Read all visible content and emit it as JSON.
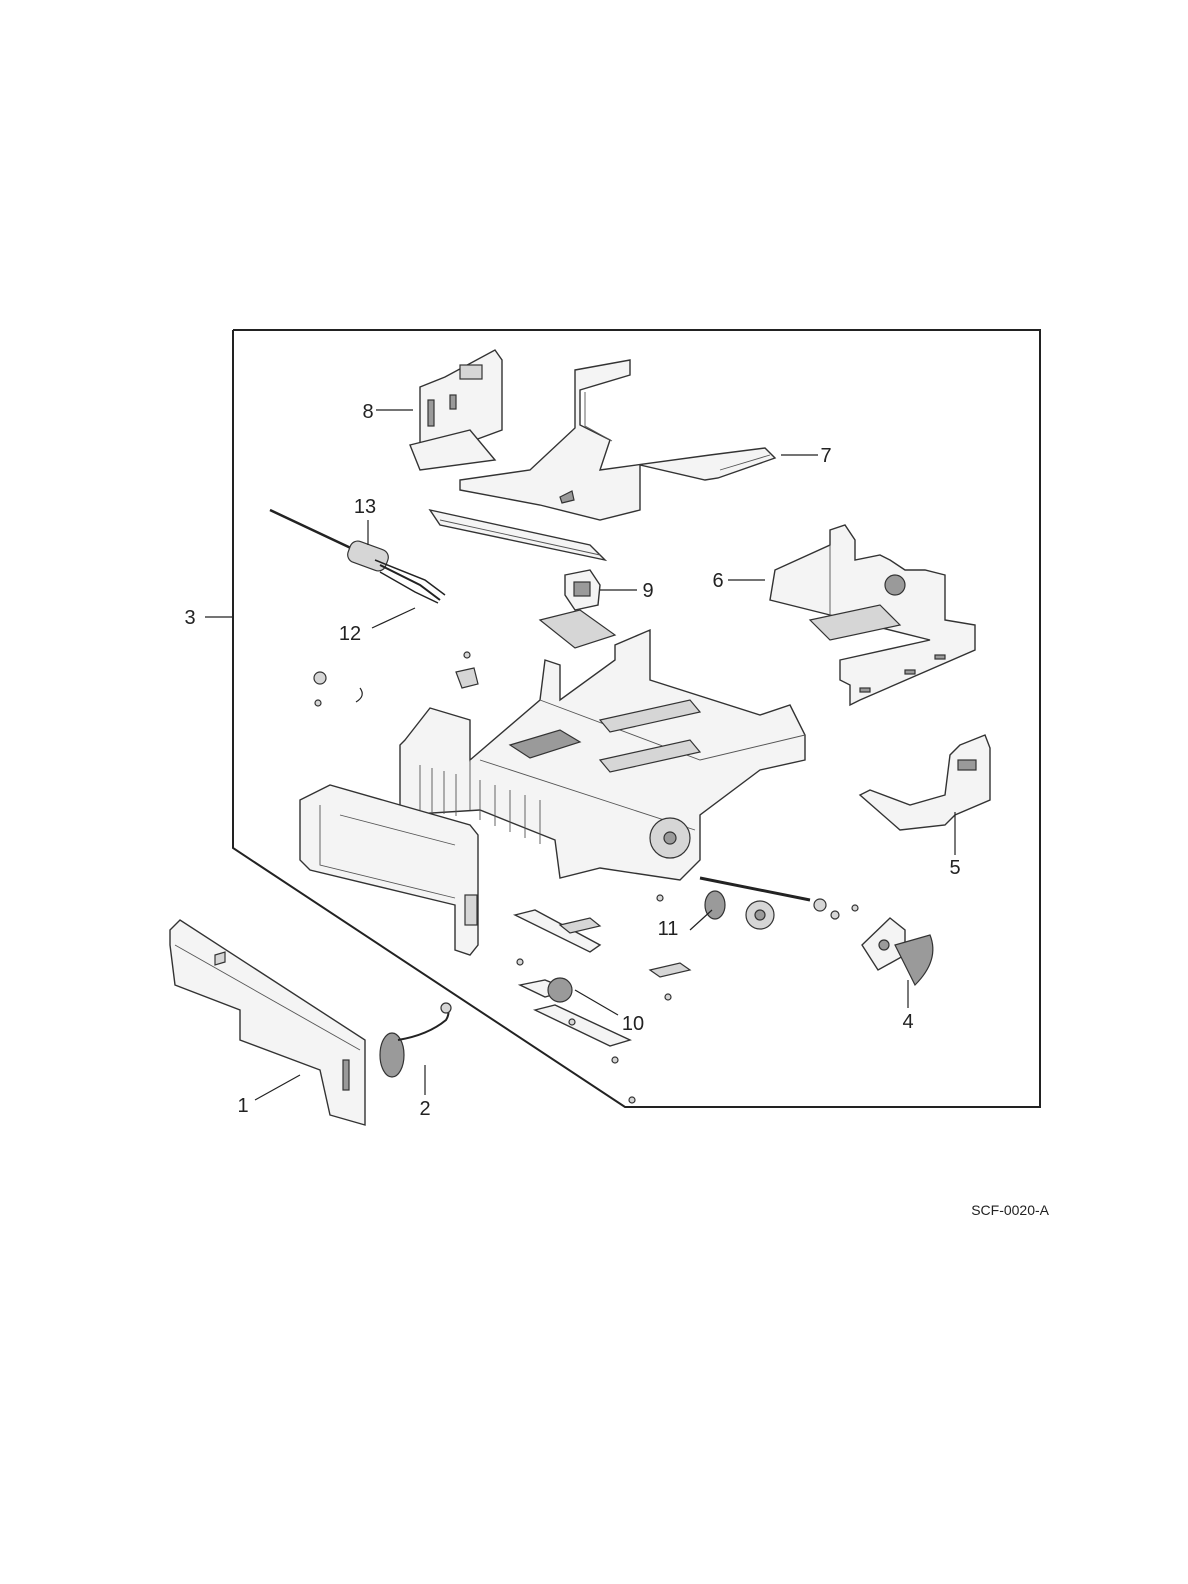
{
  "callouts": [
    {
      "id": "1",
      "label": "1"
    },
    {
      "id": "2",
      "label": "2"
    },
    {
      "id": "3",
      "label": "3"
    },
    {
      "id": "4",
      "label": "4"
    },
    {
      "id": "5",
      "label": "5"
    },
    {
      "id": "6",
      "label": "6"
    },
    {
      "id": "7",
      "label": "7"
    },
    {
      "id": "8",
      "label": "8"
    },
    {
      "id": "9",
      "label": "9"
    },
    {
      "id": "10",
      "label": "10"
    },
    {
      "id": "11",
      "label": "11"
    },
    {
      "id": "12",
      "label": "12"
    },
    {
      "id": "13",
      "label": "13"
    }
  ],
  "figure_id": "SCF-0020-A"
}
